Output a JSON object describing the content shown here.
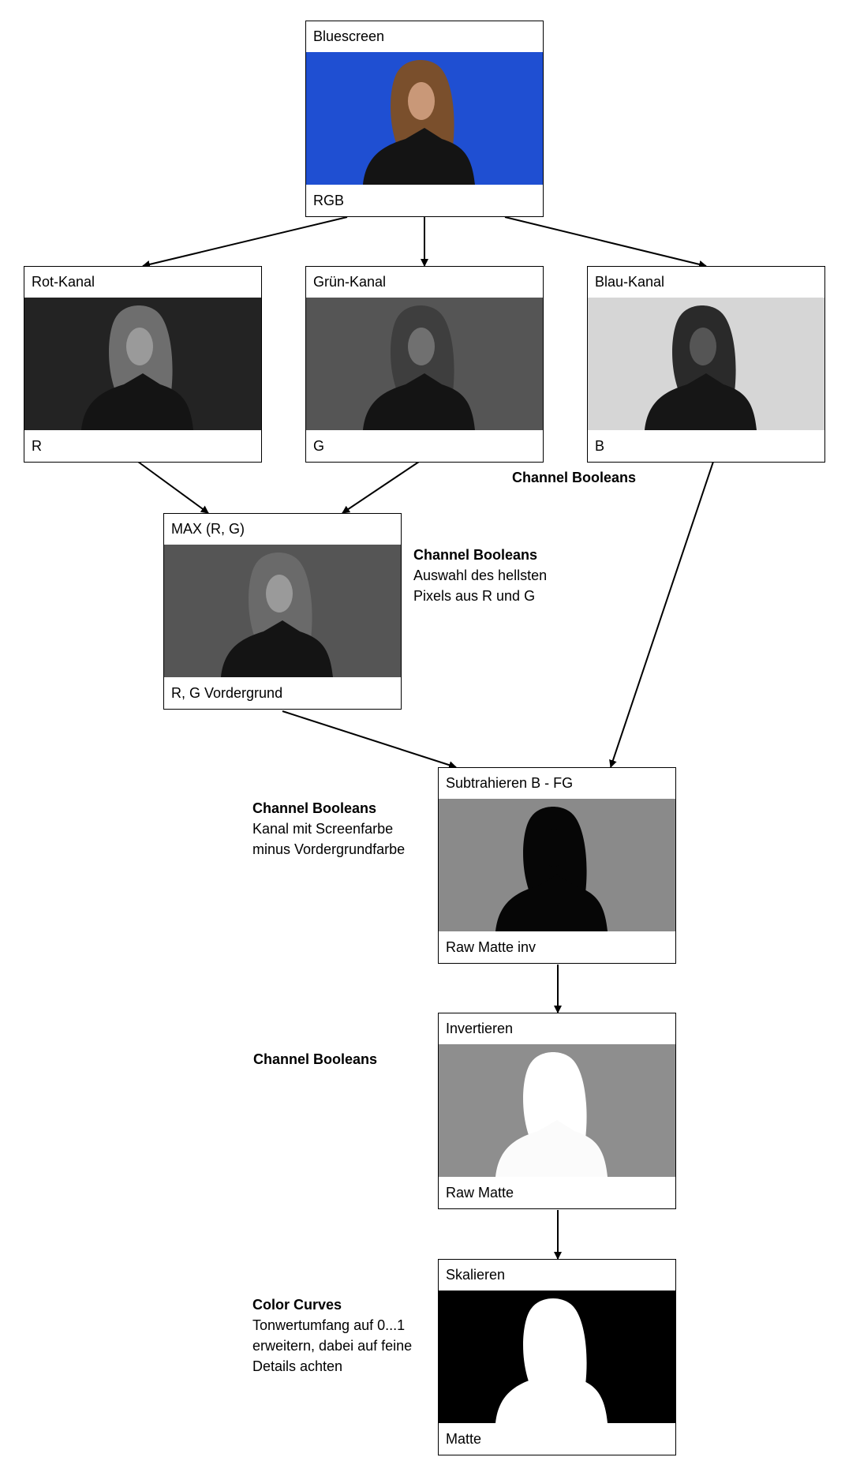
{
  "boxes": [
    {
      "id": "bluescreen",
      "title": "Bluescreen",
      "footer": "RGB",
      "bg": "#1f4fd2",
      "hair": "#7a4f2c",
      "face": "#c99878",
      "body": "#141414"
    },
    {
      "id": "rot-kanal",
      "title": "Rot-Kanal",
      "footer": "R",
      "bg": "#232323",
      "hair": "#6e6e6e",
      "face": "#9a9a9a",
      "body": "#141414"
    },
    {
      "id": "gruen-kanal",
      "title": "Grün-Kanal",
      "footer": "G",
      "bg": "#555555",
      "hair": "#3e3e3e",
      "face": "#707070",
      "body": "#141414"
    },
    {
      "id": "blau-kanal",
      "title": "Blau-Kanal",
      "footer": "B",
      "bg": "#d6d6d6",
      "hair": "#2a2a2a",
      "face": "#555555",
      "body": "#161616"
    },
    {
      "id": "max-rg",
      "title": "MAX (R, G)",
      "footer": "R, G Vordergrund",
      "bg": "#555555",
      "hair": "#6a6a6a",
      "face": "#9a9a9a",
      "body": "#141414"
    },
    {
      "id": "subtrahieren",
      "title": "Subtrahieren B - FG",
      "footer": "Raw Matte inv",
      "bg": "#8a8a8a",
      "hair": "#060606",
      "face": "#060606",
      "body": "#060606"
    },
    {
      "id": "invertieren",
      "title": "Invertieren",
      "footer": "Raw Matte",
      "bg": "#8e8e8e",
      "hair": "#ffffff",
      "face": "#ffffff",
      "body": "#fbfbfb"
    },
    {
      "id": "skalieren",
      "title": "Skalieren",
      "footer": "Matte",
      "bg": "#000000",
      "hair": "#ffffff",
      "face": "#ffffff",
      "body": "#ffffff"
    }
  ],
  "notes": [
    {
      "title": "Channel Booleans",
      "lines": []
    },
    {
      "title": "Channel Booleans",
      "lines": [
        "Auswahl des hellsten",
        "Pixels aus R und G"
      ]
    },
    {
      "title": "Channel Booleans",
      "lines": [
        "Kanal mit Screenfarbe",
        "minus Vordergrundfarbe"
      ]
    },
    {
      "title": "Channel Booleans",
      "lines": []
    },
    {
      "title": "Color Curves",
      "lines": [
        "Tonwertumfang auf 0...1",
        "erweitern, dabei auf feine",
        "Details achten"
      ]
    }
  ]
}
